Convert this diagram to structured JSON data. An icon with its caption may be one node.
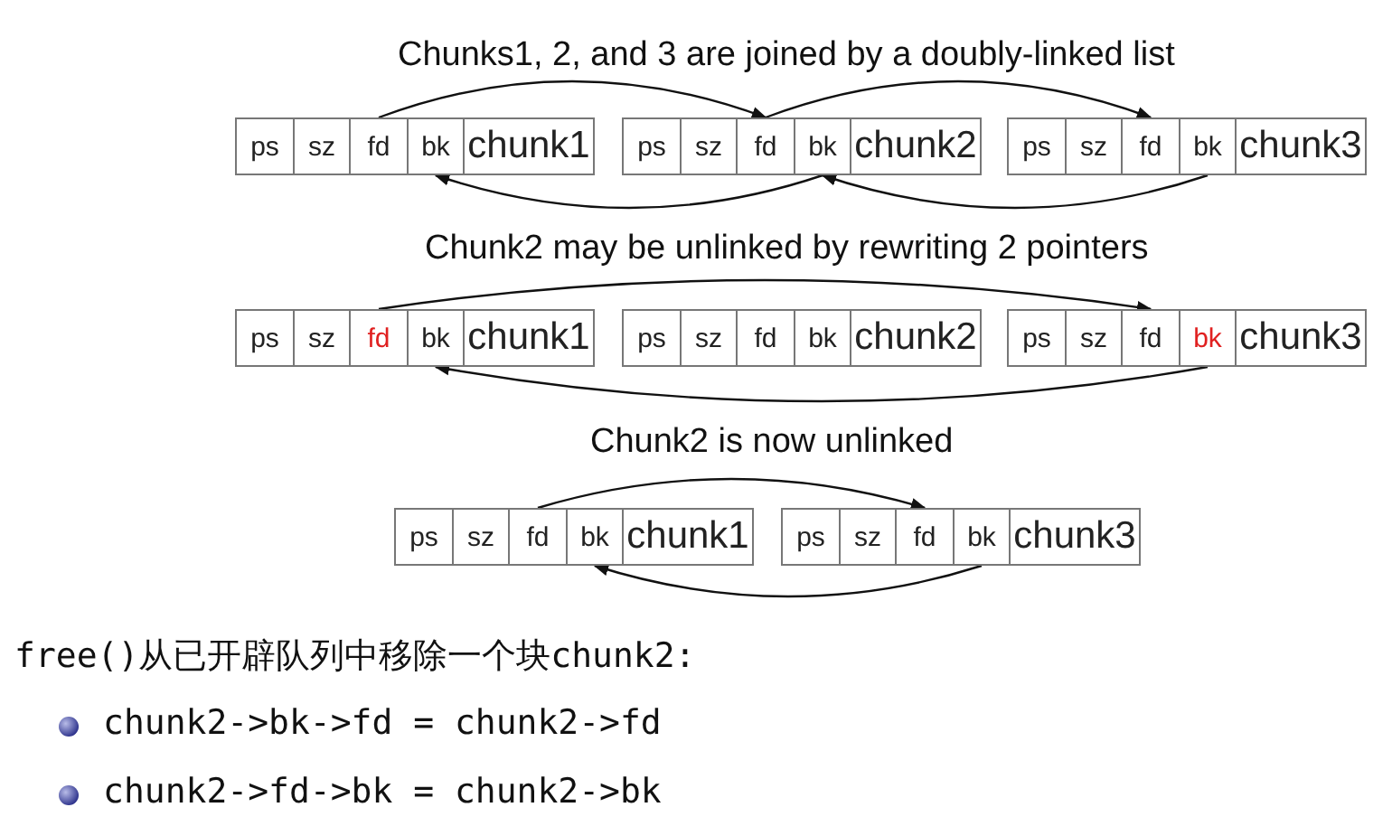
{
  "diagram": {
    "nodes": [
      {
        "text": [
          "ps"
        ]
      },
      {
        "text": [
          "sz"
        ]
      },
      {
        "text": [
          "fd"
        ]
      },
      {
        "text": [
          "bk"
        ]
      },
      {
        "text": [
          "chunk1"
        ]
      },
      {
        "text": [
          "ps"
        ]
      },
      {
        "text": [
          "sz"
        ]
      },
      {
        "text": [
          "fd"
        ]
      },
      {
        "text": [
          "bk"
        ]
      },
      {
        "text": [
          "chunk2"
        ]
      },
      {
        "text": [
          "ps"
        ]
      },
      {
        "text": [
          "sz"
        ]
      },
      {
        "text": [
          "fd"
        ]
      },
      {
        "text": [
          "bk"
        ]
      },
      {
        "text": [
          "chunk3"
        ]
      },
      {
        "text": [
          "ps"
        ]
      },
      {
        "text": [
          "sz"
        ]
      },
      {
        "text": [
          "fd"
        ]
      },
      {
        "text": [
          "bk"
        ]
      },
      {
        "text": [
          "chunk1"
        ]
      },
      {
        "text": [
          "ps"
        ]
      },
      {
        "text": [
          "sz"
        ]
      },
      {
        "text": [
          "fd"
        ]
      },
      {
        "text": [
          "bk"
        ]
      },
      {
        "text": [
          "chunk2"
        ]
      },
      {
        "text": [
          "ps"
        ]
      },
      {
        "text": [
          "sz"
        ]
      },
      {
        "text": [
          "fd"
        ]
      },
      {
        "text": [
          "bk"
        ]
      },
      {
        "text": [
          "chunk3"
        ]
      },
      {
        "text": [
          "ps"
        ]
      },
      {
        "text": [
          "sz"
        ]
      },
      {
        "text": [
          "fd"
        ]
      },
      {
        "text": [
          "bk"
        ]
      },
      {
        "text": [
          "chunk1"
        ]
      },
      {
        "text": [
          "ps"
        ]
      },
      {
        "text": [
          "sz"
        ]
      },
      {
        "text": [
          "fd"
        ]
      },
      {
        "text": [
          "bk"
        ]
      },
      {
        "text": [
          "chunk3"
        ]
      }
    ],
    "edges": [
      {
        "from": 2,
        "to": 7,
        "arrow": "to"
      },
      {
        "from": 7,
        "to": 12,
        "arrow": "to"
      },
      {
        "from": 8,
        "to": 3,
        "arrow": "to"
      },
      {
        "from": 13,
        "to": 8,
        "arrow": "to"
      },
      {
        "from": 17,
        "to": 27,
        "arrow": "to"
      },
      {
        "from": 28,
        "to": 18,
        "arrow": "to"
      },
      {
        "from": 32,
        "to": 37,
        "arrow": "to"
      },
      {
        "from": 38,
        "to": 33,
        "arrow": "to"
      }
    ],
    "labels": [
      "Chunks1, 2, and 3 are joined by a doubly-linked list",
      "Chunk2 may be unlinked by rewriting 2 pointers",
      "Chunk2 is now unlinked",
      "free()从已开辟队列中移除一个块chunk2:",
      "chunk2->bk->fd = chunk2->fd",
      "chunk2->fd->bk = chunk2->bk"
    ]
  }
}
